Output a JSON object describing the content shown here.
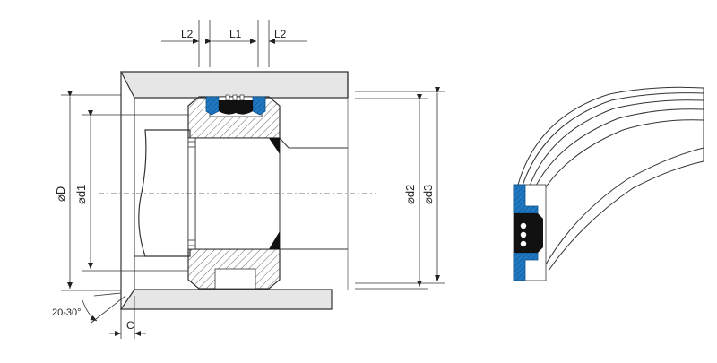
{
  "labels": {
    "l2_left": "L2",
    "l1": "L1",
    "l2_right": "L2",
    "diam_D": "⌀D",
    "diam_d1": "⌀d1",
    "diam_d2": "⌀d2",
    "diam_d3": "⌀d3",
    "angle": "20-30°",
    "chamfer": "C"
  },
  "colors": {
    "line": "#333333",
    "housing_fill": "#e6e6e6",
    "seal_black": "#111111",
    "seal_blue": "#1f78c1",
    "piston_hatch": "#555555"
  }
}
